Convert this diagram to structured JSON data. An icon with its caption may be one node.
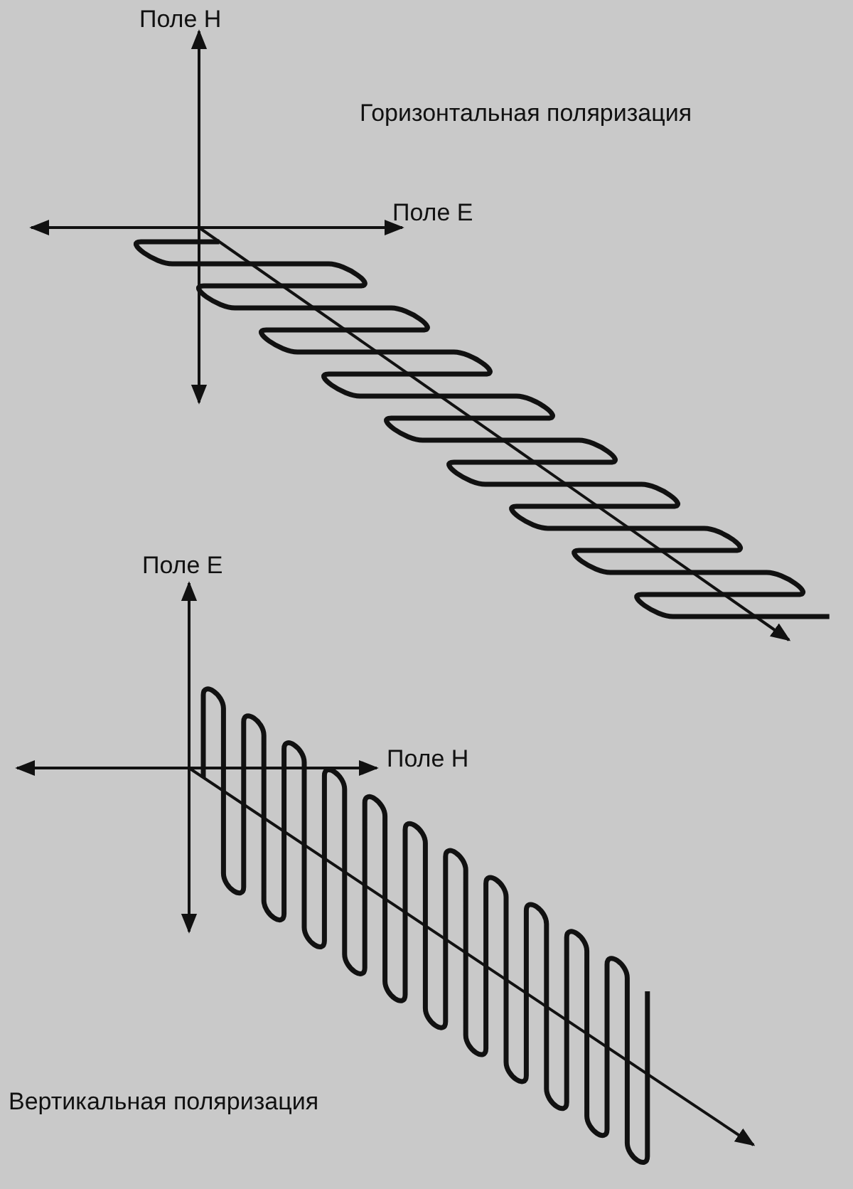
{
  "diagram": {
    "labels": [
      "Поле Н",
      "Горизонтальная поляризация",
      "Поле Е",
      "Поле Е",
      "Поле Н",
      "Вертикальная поляризация"
    ]
  }
}
